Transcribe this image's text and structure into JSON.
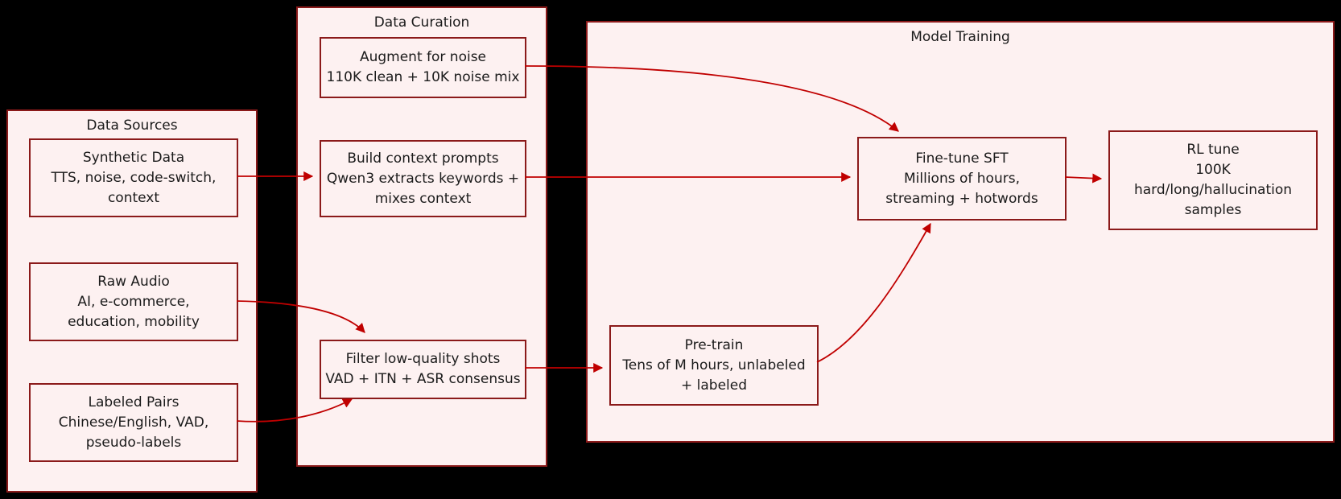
{
  "diagram": {
    "groups": [
      {
        "title": "Data Sources",
        "nodes": [
          {
            "lines": [
              "Synthetic Data",
              "TTS, noise, code-switch,",
              "context"
            ]
          },
          {
            "lines": [
              "Raw Audio",
              "AI, e-commerce,",
              "education, mobility"
            ]
          },
          {
            "lines": [
              "Labeled Pairs",
              "Chinese/English, VAD,",
              "pseudo-labels"
            ]
          }
        ]
      },
      {
        "title": "Data Curation",
        "nodes": [
          {
            "lines": [
              "Augment for noise",
              "110K clean + 10K noise mix"
            ]
          },
          {
            "lines": [
              "Build context prompts",
              "Qwen3 extracts keywords +",
              "mixes context"
            ]
          },
          {
            "lines": [
              "Filter low-quality shots",
              "VAD + ITN + ASR consensus"
            ]
          }
        ]
      },
      {
        "title": "Model Training",
        "nodes": [
          {
            "lines": [
              "Pre-train",
              "Tens of M hours, unlabeled",
              "+ labeled"
            ]
          },
          {
            "lines": [
              "Fine-tune SFT",
              "Millions of hours,",
              "streaming + hotwords"
            ]
          },
          {
            "lines": [
              "RL tune",
              "100K",
              "hard/long/hallucination",
              "samples"
            ]
          }
        ]
      }
    ],
    "colors": {
      "background": "#000000",
      "panel_fill": "#fdf1f1",
      "panel_border": "#8b1a1a",
      "arrow": "#c00000",
      "text": "#1b1b1b"
    }
  }
}
